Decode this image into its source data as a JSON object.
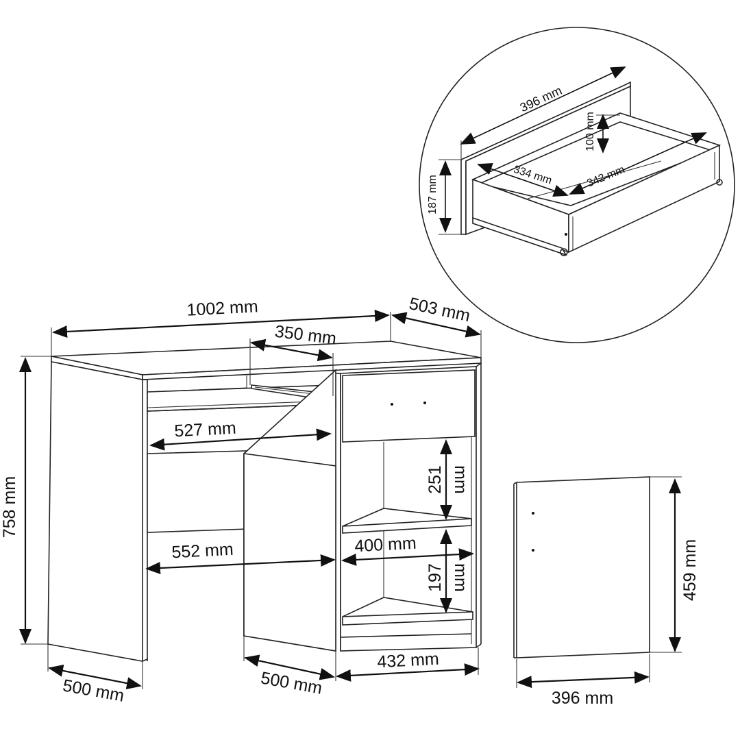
{
  "colors": {
    "line": "#222222",
    "background": "#ffffff"
  },
  "dimensions": {
    "desk_width": "1002 mm",
    "desk_depth": "503 mm",
    "slide_length": "350 mm",
    "tray_width": "527 mm",
    "desk_height": "758 mm",
    "shelf_gap_upper": "251",
    "shelf_gap_upper_unit": "mm",
    "shelf_gap_lower": "197",
    "shelf_gap_lower_unit": "mm",
    "shelf_width": "400 mm",
    "kneespace_width": "552 mm",
    "left_leg_depth": "500 mm",
    "middle_panel_depth": "500 mm",
    "cabinet_width": "432 mm",
    "door_height": "459 mm",
    "door_width": "396 mm",
    "drawer_front_width": "396 mm",
    "drawer_side_height": "100 mm",
    "drawer_front_height": "187 mm",
    "drawer_inner_depth": "334 mm",
    "drawer_inner_width": "342 mm"
  }
}
